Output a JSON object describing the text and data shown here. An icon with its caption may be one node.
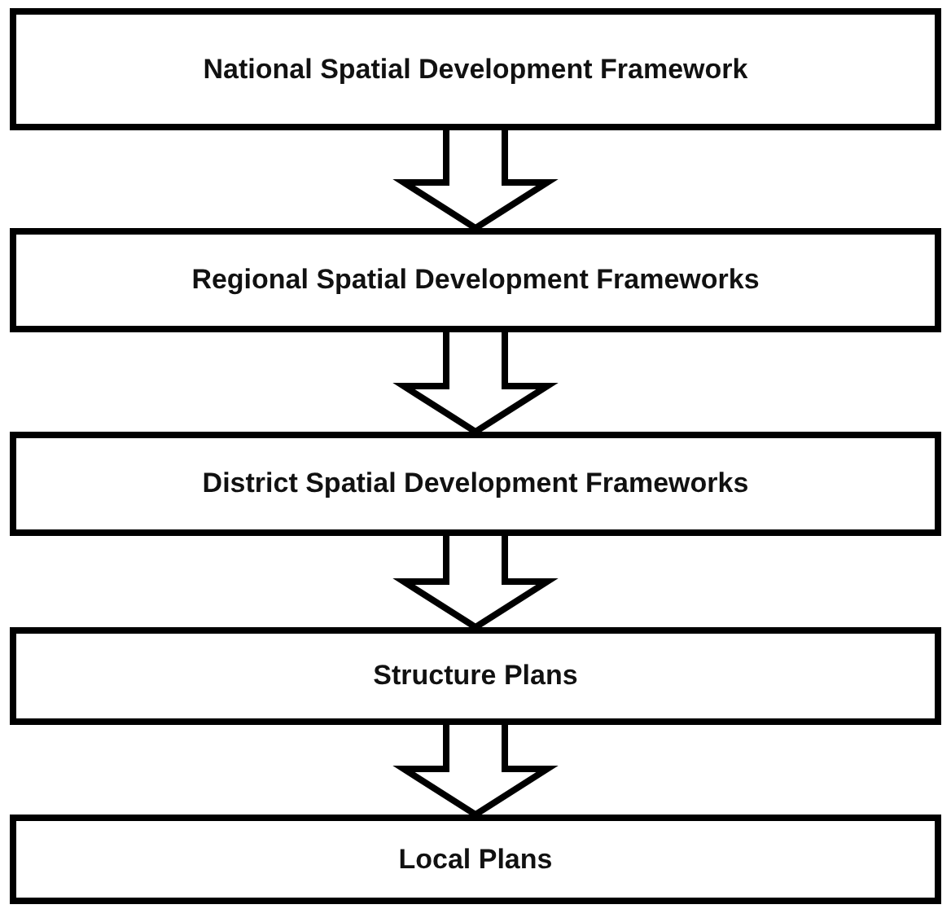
{
  "diagram": {
    "nodes": [
      {
        "text": [
          "National Spatial Development Framework"
        ]
      },
      {
        "text": [
          "Regional Spatial Development Frameworks"
        ]
      },
      {
        "text": [
          "District Spatial Development Frameworks"
        ]
      },
      {
        "text": [
          "Structure Plans"
        ]
      },
      {
        "text": [
          "Local Plans"
        ]
      }
    ],
    "edges": [
      {
        "from": 0,
        "to": 1,
        "arrow": "to"
      },
      {
        "from": 1,
        "to": 2,
        "arrow": "to"
      },
      {
        "from": 2,
        "to": 3,
        "arrow": "to"
      },
      {
        "from": 3,
        "to": 4,
        "arrow": "to"
      }
    ]
  }
}
